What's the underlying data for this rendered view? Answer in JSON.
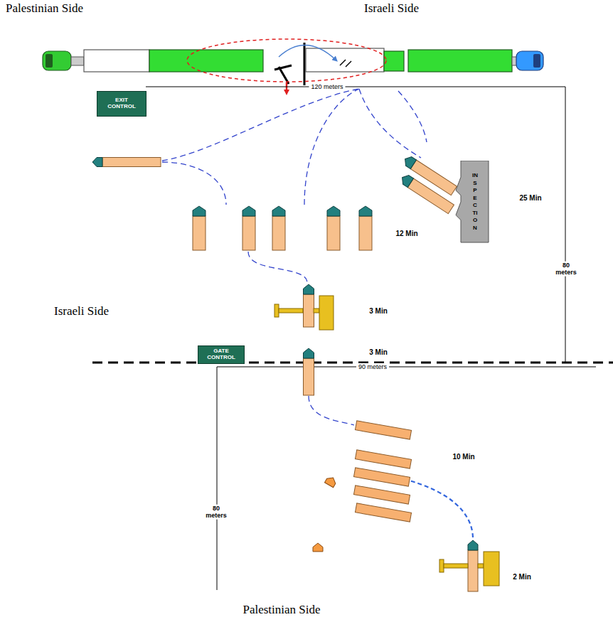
{
  "diagram": {
    "nodes": [
      {
        "text": [
          "EXIT CONTROL"
        ]
      },
      {
        "text": [
          "INSPECTION"
        ]
      },
      {
        "text": [
          "GATE CONTROL"
        ]
      }
    ],
    "labels": [
      "Palestinian Side",
      "Israeli Side",
      "120 meters",
      "25 Min",
      "12 Min",
      "80 meters",
      "Israeli Side",
      "3 Min",
      "3 Min",
      "90 meters",
      "10 Min",
      "80 meters",
      "2 Min",
      "Palestinian Side"
    ]
  }
}
